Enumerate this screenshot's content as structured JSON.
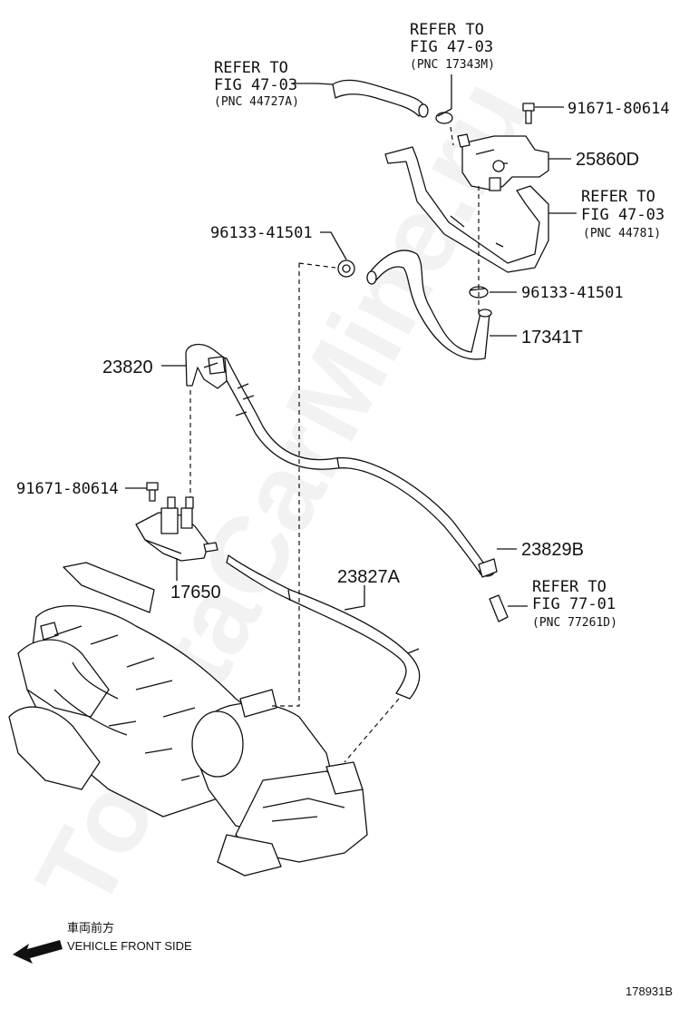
{
  "watermark": "ToyotaCarMine.ru",
  "labels": {
    "ref_left": [
      "REFER TO",
      "FIG 47-03",
      "(PNC 44727A)"
    ],
    "ref_top": [
      "REFER TO",
      "FIG 47-03",
      "(PNC 17343M)"
    ],
    "ref_right": [
      "REFER TO",
      "FIG 47-03",
      "(PNC 44781)"
    ],
    "ref_bottom": [
      "REFER TO",
      "FIG 77-01",
      "(PNC 77261D)"
    ],
    "p91671_top": "91671-80614",
    "p25860D": "25860D",
    "p96133_left": "96133-41501",
    "p96133_right": "96133-41501",
    "p17341T": "17341T",
    "p23820": "23820",
    "p91671_left": "91671-80614",
    "p17650": "17650",
    "p23829B": "23829B",
    "p23827A": "23827A"
  },
  "front": {
    "jp": "車両前方",
    "en": "VEHICLE FRONT SIDE"
  },
  "figure_id": "178931B"
}
